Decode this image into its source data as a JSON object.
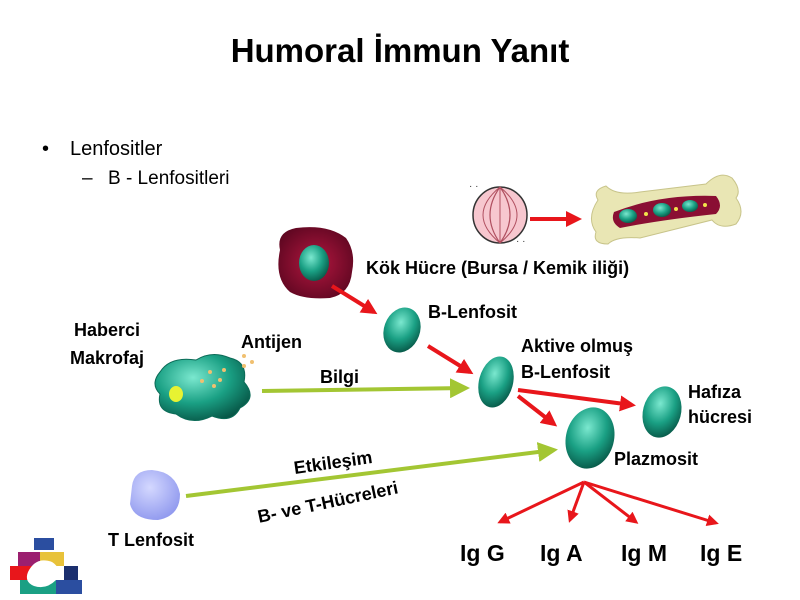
{
  "slide": {
    "title": "Humoral İmmun Yanıt",
    "bullets": [
      {
        "level": 1,
        "marker": "•",
        "text": "Lenfositler"
      },
      {
        "level": 2,
        "marker": "–",
        "text": "B - Lenfositleri"
      }
    ]
  },
  "labels": {
    "stem_cell": "Kök Hücre (Bursa / Kemik iliği)",
    "b_cell": "B-Lenfosit",
    "macrophage_line1": "Haberci",
    "macrophage_line2": "Makrofaj",
    "antigen": "Antijen",
    "info": "Bilgi",
    "activated_line1": "Aktive olmuş",
    "activated_line2": "B-Lenfosit",
    "memory_line1": "Hafıza",
    "memory_line2": "hücresi",
    "plasma": "Plazmosit",
    "interaction": "Etkileşim",
    "bt_cells": "B- ve T-Hücreleri",
    "t_cell": "T Lenfosit"
  },
  "antibodies": [
    "Ig G",
    "Ig A",
    "Ig M",
    "Ig E"
  ],
  "colors": {
    "arrow_red": "#e8161b",
    "arrow_green": "#a3c633",
    "cell_teal": "#1aa084",
    "cell_dark": "#0b6b57",
    "stem_outer": "#7c0b2a",
    "t_cell": "#aab0f5",
    "bone": "#e9e6b4"
  }
}
